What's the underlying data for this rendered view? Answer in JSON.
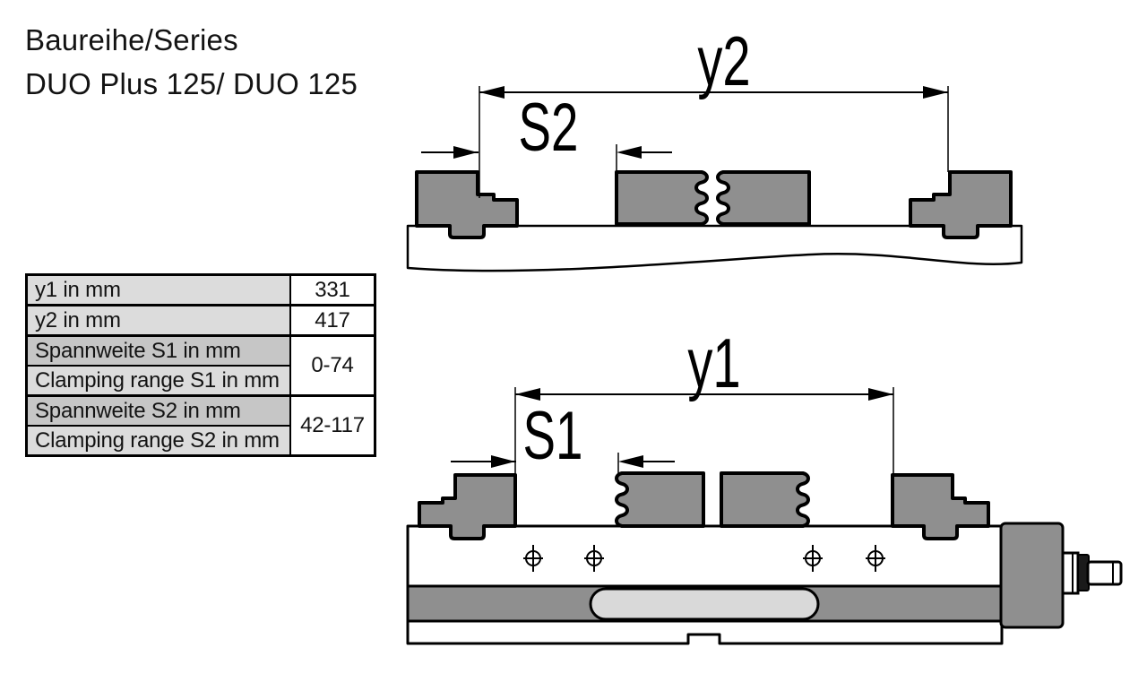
{
  "title": {
    "line1": "Baureihe/Series",
    "line2": "DUO Plus 125/ DUO 125"
  },
  "spec_table": {
    "simple_rows": [
      {
        "label": "y1 in mm",
        "value": "331"
      },
      {
        "label": "y2 in mm",
        "value": "417"
      }
    ],
    "range_rows": [
      {
        "label_de": "Spannweite S1 in mm",
        "label_en": "Clamping range S1 in mm",
        "value": "0-74"
      },
      {
        "label_de": "Spannweite S2 in mm",
        "label_en": "Clamping range S2 in mm",
        "value": "42-117"
      }
    ]
  },
  "diagrams": {
    "top_view": {
      "width_label": "y2",
      "range_label": "S2"
    },
    "bottom_view": {
      "width_label": "y1",
      "range_label": "S1"
    }
  },
  "colors": {
    "steel_gray": "#8f8f8f",
    "slot_gray": "#d9d9d9",
    "knurl_dark": "#1a1a1a",
    "line_black": "#000000",
    "table_label_light": "#dcdcdc",
    "table_label_dark": "#c6c6c6",
    "background": "#ffffff"
  }
}
